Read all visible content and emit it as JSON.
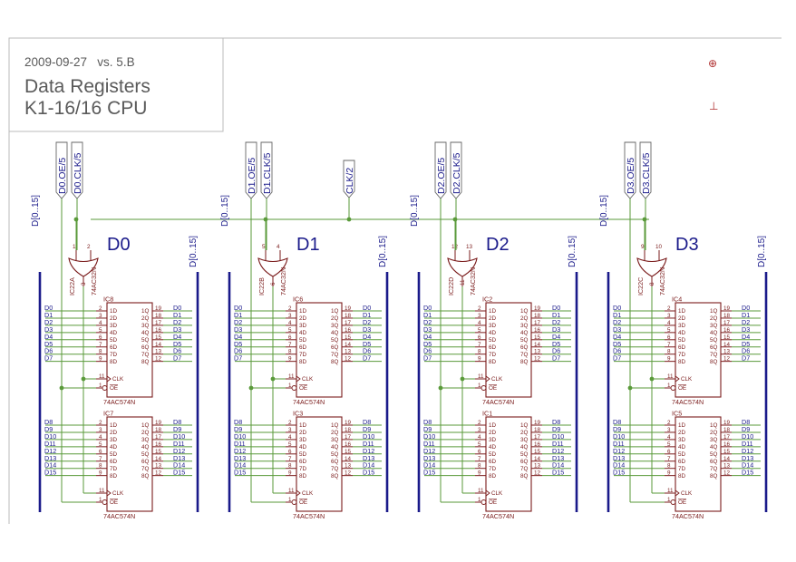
{
  "title_block": {
    "date_version": "2009-09-27   vs. 5.B",
    "title_line1": "Data Registers",
    "title_line2": "K1-16/16 CPU"
  },
  "frame_marks": {
    "origin_mark": "⊕",
    "ground_mark": "⊥"
  },
  "colors": {
    "wire": "#5a9a3a",
    "bus": "#1a1a8a",
    "part": "#7a1b1b",
    "frame": "#aaaaaa"
  },
  "bus_label": "D[0..15]",
  "clk_global": "CLK/2",
  "chip_type": "74AC574N",
  "gate_type": "74AC32N",
  "pins": {
    "inputs_num": [
      "2",
      "3",
      "4",
      "5",
      "6",
      "7",
      "8",
      "9"
    ],
    "outputs_num": [
      "19",
      "18",
      "17",
      "16",
      "15",
      "14",
      "13",
      "12"
    ],
    "inputs": [
      "1D",
      "2D",
      "3D",
      "4D",
      "5D",
      "6D",
      "7D",
      "8D"
    ],
    "outputs": [
      "1Q",
      "2Q",
      "3Q",
      "4Q",
      "5Q",
      "6Q",
      "7Q",
      "8Q"
    ],
    "clk": "CLK",
    "oe": "OE",
    "clk_num": "11",
    "oe_num": "1"
  },
  "low_signals": [
    "D0",
    "D1",
    "D2",
    "D3",
    "D4",
    "D5",
    "D6",
    "D7"
  ],
  "high_signals": [
    "D8",
    "D9",
    "D10",
    "D11",
    "D12",
    "D13",
    "D14",
    "D15"
  ],
  "registers": [
    {
      "name": "D0",
      "oe": "D0.OE/5",
      "clk": "D0.CLK/5",
      "gate": "IC22A",
      "gate_pins": [
        "1",
        "2",
        "3"
      ],
      "upper_ic": "IC8",
      "lower_ic": "IC7"
    },
    {
      "name": "D1",
      "oe": "D1.OE/5",
      "clk": "D1.CLK/5",
      "gate": "IC22B",
      "gate_pins": [
        "5",
        "4",
        "6"
      ],
      "upper_ic": "IC6",
      "lower_ic": "IC3"
    },
    {
      "name": "D2",
      "oe": "D2.OE/5",
      "clk": "D2.CLK/5",
      "gate": "IC22D",
      "gate_pins": [
        "12",
        "13",
        "11"
      ],
      "upper_ic": "IC2",
      "lower_ic": "IC1"
    },
    {
      "name": "D3",
      "oe": "D3.OE/5",
      "clk": "D3.CLK/5",
      "gate": "IC22C",
      "gate_pins": [
        "9",
        "10",
        "8"
      ],
      "upper_ic": "IC4",
      "lower_ic": "IC5"
    }
  ]
}
